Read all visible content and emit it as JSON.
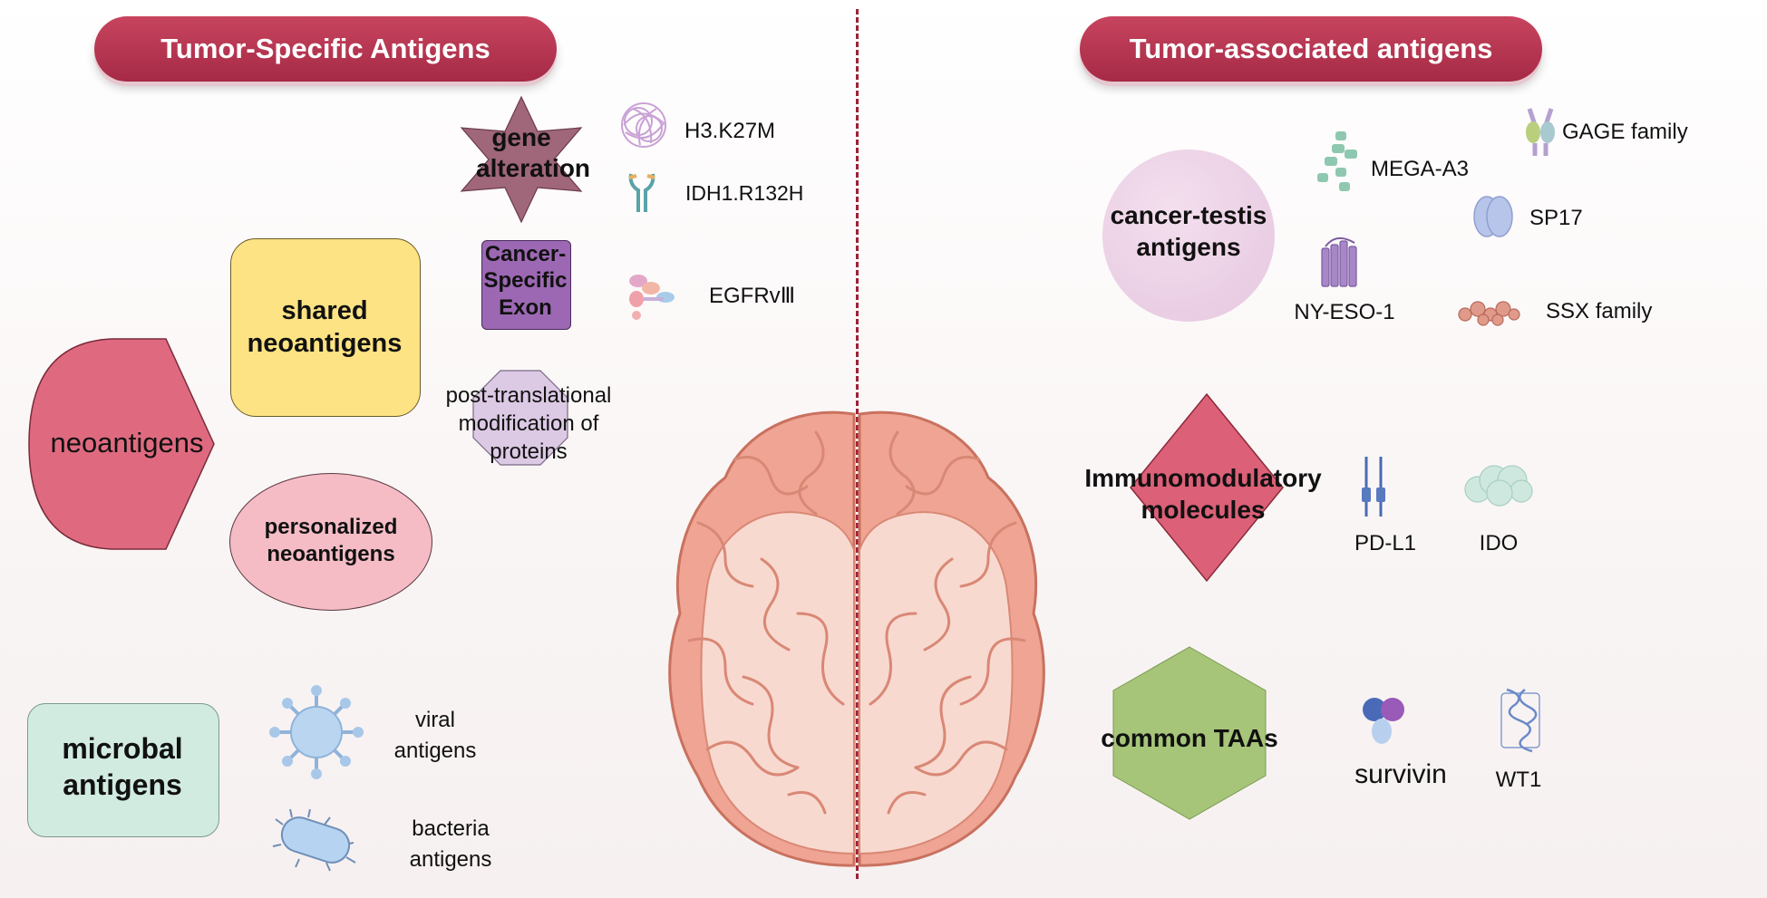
{
  "headers": {
    "left": "Tumor-Specific Antigens",
    "right": "Tumor-associated antigens"
  },
  "left": {
    "neoantigens": "neoantigens",
    "shared": "shared neoantigens",
    "personalized": "personalized neoantigens",
    "gene_alteration": "gene alteration",
    "cancer_exon": "Cancer-Specific Exon",
    "ptm": "post-translational modification of proteins",
    "h3": "H3.K27M",
    "idh1": "IDH1.R132H",
    "egfr": "EGFRvⅢ",
    "microbial": "microbal antigens",
    "viral": "viral antigens",
    "bacteria": "bacteria antigens"
  },
  "right": {
    "cancer_testis": "cancer-testis antigens",
    "mega": "MEGA-A3",
    "gage": "GAGE family",
    "sp17": "SP17",
    "nyeso": "NY-ESO-1",
    "ssx": "SSX family",
    "immuno": "Immunomodulatory molecules",
    "pdl1": "PD-L1",
    "ido": "IDO",
    "common": "common TAAs",
    "survivin": "survivin",
    "wt1": "WT1"
  },
  "colors": {
    "header": "#b8344f",
    "neoantigens": "#df6a80",
    "shared": "#fde383",
    "personalized": "#f5bcc6",
    "gene_alteration": "#a0667a",
    "cancer_exon": "#9c68b3",
    "ptm": "#dcc9e4",
    "microbial": "#d1ebe1",
    "cancer_testis": "#ecd3e6",
    "immuno": "#dc6077",
    "common": "#a6c579",
    "brain": "#f0a493"
  }
}
